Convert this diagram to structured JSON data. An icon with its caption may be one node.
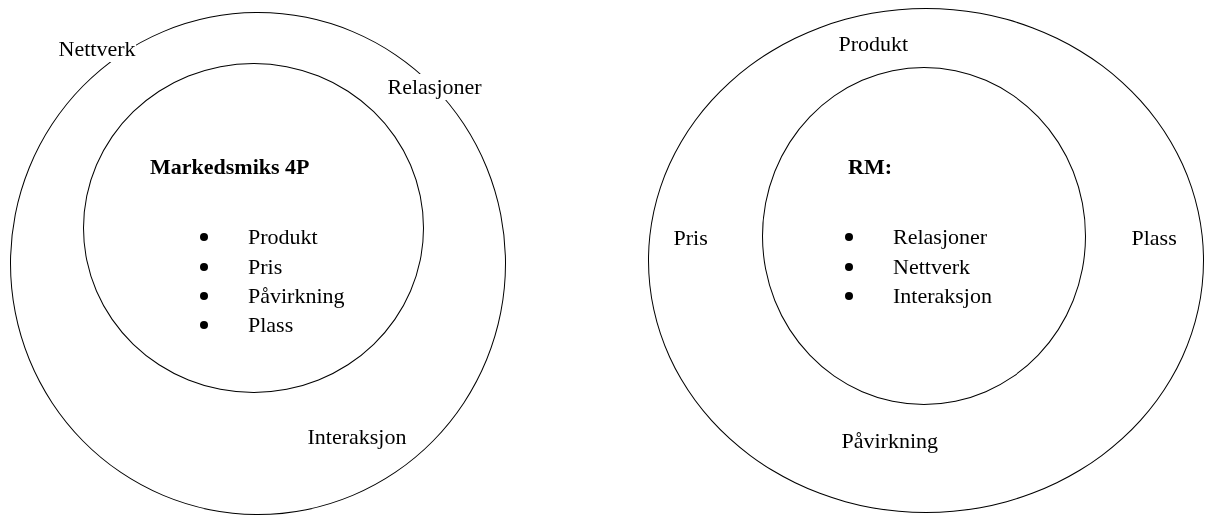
{
  "diagram": {
    "nodes": [
      {
        "text": [
          "Nettverk",
          "Relasjoner",
          "Interaksjon"
        ]
      },
      {
        "text": [
          "Markedsmiks 4P",
          "Produkt",
          "Pris",
          "Påvirkning",
          "Plass"
        ],
        "in": 0
      },
      {
        "text": [
          "Produkt",
          "Pris",
          "Plass",
          "Påvirkning"
        ]
      },
      {
        "text": [
          "RM:",
          "Relasjoner",
          "Nettverk",
          "Interaksjon"
        ],
        "in": 2
      }
    ]
  }
}
